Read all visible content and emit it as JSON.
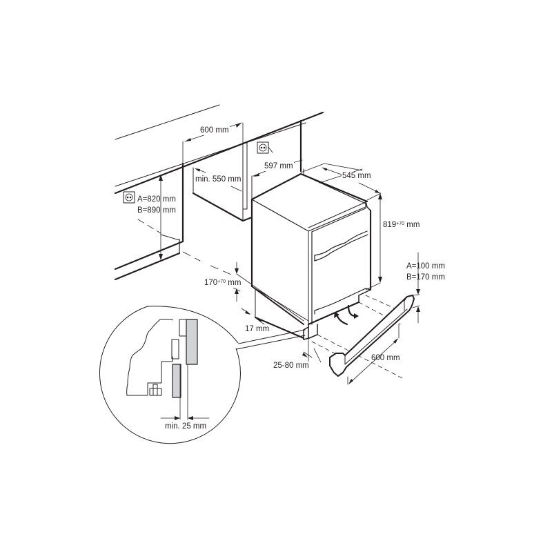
{
  "diagram": {
    "title": "Built-in undercounter appliance installation dimensions",
    "colors": {
      "line": "#231f20",
      "panel_fill": "#d1d3d4",
      "background": "#ffffff"
    },
    "labels": {
      "niche_width": "600 mm",
      "niche_depth": "min. 550 mm",
      "niche_inner_width": "597 mm",
      "appliance_depth": "545 mm",
      "appliance_height": "819",
      "appliance_height_sup": "+70",
      "appliance_height_unit": "mm",
      "worktop_height_a": "A=820 mm",
      "worktop_height_b": "B=890 mm",
      "plinth_height": "170",
      "plinth_height_sup": "+70",
      "plinth_height_unit": "mm",
      "side_gap": "17 mm",
      "plinth_offset": "25-80 mm",
      "plinth_a": "A=100 mm",
      "plinth_b": "B=170 mm",
      "plinth_width": "600 mm",
      "detail_clearance": "min. 25 mm"
    },
    "icons": [
      "power-socket-icon",
      "power-socket-icon",
      "rotate-arrow-icon",
      "rotate-arrow-icon"
    ]
  }
}
